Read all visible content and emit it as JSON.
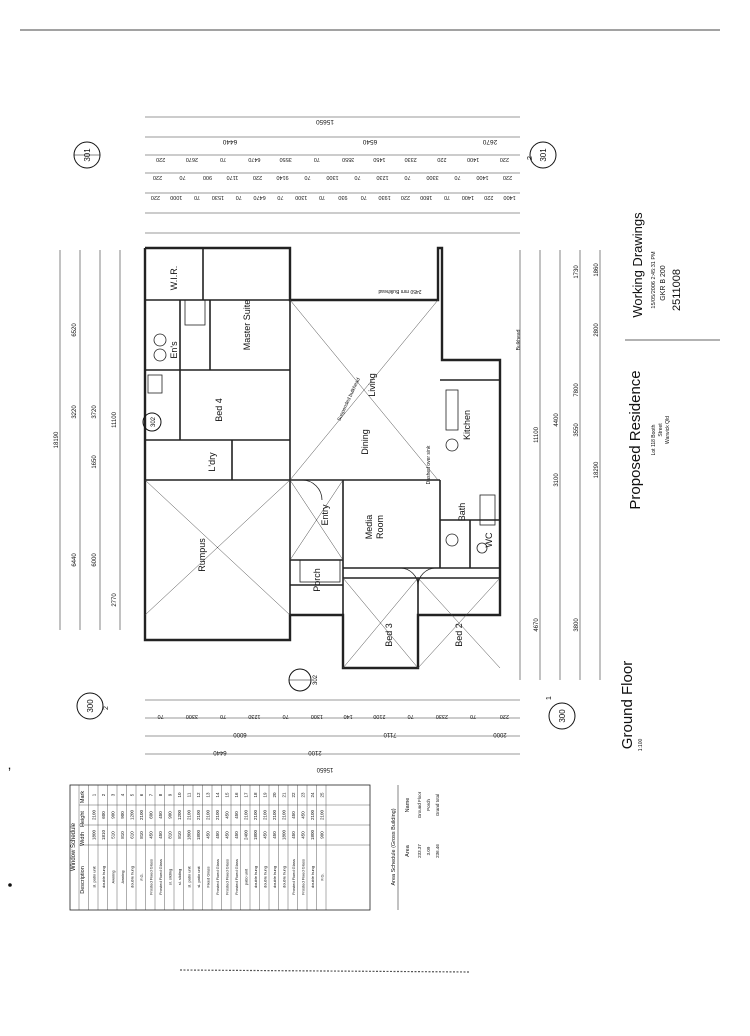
{
  "title_block": {
    "project": "Proposed Residence",
    "address_line1": "Lot 118 Booth",
    "address_line2": "Street",
    "address_line3": "Warwick Qld",
    "stage": "Working Drawings",
    "date": "15/05/2006 2:45:31 PM",
    "grid": "GKR  B 200",
    "job_no": "2511008"
  },
  "drawing": {
    "title": "Ground Floor",
    "scale": "1:100"
  },
  "section_markers": [
    {
      "num": "301",
      "sub": "1"
    },
    {
      "num": "301",
      "sub": "2"
    },
    {
      "num": "300",
      "sub": "2"
    },
    {
      "num": "300",
      "sub": "1"
    },
    {
      "num": "302",
      "sub": "1"
    },
    {
      "num": "302",
      "sub": "2"
    }
  ],
  "rooms": {
    "wir": "W.I.R.",
    "master": "Master Suite",
    "ens": "En's",
    "bed4": "Bed 4",
    "ldry": "L'dry",
    "rumpus": "Rumpus",
    "living": "Living",
    "dining": "Dining",
    "entry": "Entry",
    "porch": "Porch",
    "media": "Media",
    "media2": "Room",
    "kitchen": "Kitchen",
    "bath": "Bath",
    "wc": "WC",
    "bed3": "Bed 3",
    "bed2": "Bed 2"
  },
  "dims": {
    "overall_top": "15650",
    "overall_bottom": "15650",
    "top_row1": [
      "6440",
      "6540",
      "2670"
    ],
    "top_row2": [
      "220",
      "1400",
      "220",
      "2330",
      "1450",
      "3550",
      "70",
      "3550",
      "6470",
      "70",
      "2670",
      "220"
    ],
    "top_row3": [
      "220",
      "1400",
      "70",
      "3300",
      "70",
      "1230",
      "70",
      "1300",
      "70",
      "9140",
      "220",
      "1170",
      "900",
      "70",
      "220"
    ],
    "top_row4": [
      "1400",
      "220",
      "1400",
      "70",
      "1800",
      "220",
      "1930",
      "70",
      "930",
      "70",
      "1300",
      "70",
      "6470",
      "70",
      "1530",
      "70",
      "1000",
      "220"
    ],
    "bottom_row1": [
      "6000",
      "220",
      "7110",
      "220",
      "2000"
    ],
    "bottom_row2": [
      "220",
      "2100",
      "220",
      "6440"
    ],
    "bottom_row3": [
      "220",
      "70",
      "2330",
      "70",
      "2100",
      "140",
      "1300",
      "70",
      "1230",
      "70",
      "3300",
      "70"
    ],
    "left_overall": "18190",
    "left_row": [
      "6440",
      "6000",
      "2770",
      "1650",
      "3720",
      "3220",
      "11100",
      "6520"
    ],
    "right_overall": "18290",
    "right_row": [
      "11100",
      "7800",
      "4400",
      "3550",
      "3800",
      "4670",
      "3100",
      "1860",
      "2800",
      "1730"
    ]
  },
  "window_schedule": {
    "title": "Window Schedule",
    "headers": [
      "Mark",
      "Height",
      "Width",
      "Description"
    ],
    "rows": [
      [
        "1",
        "2100",
        "1800",
        "sl. patio unit"
      ],
      [
        "2",
        "600",
        "1810",
        "double hung"
      ],
      [
        "3",
        "900",
        "510",
        "Awning"
      ],
      [
        "4",
        "900",
        "810",
        "Awning"
      ],
      [
        "5",
        "1200",
        "610",
        "double hung"
      ],
      [
        "6",
        "2100",
        "810",
        "F.G."
      ],
      [
        "7",
        "600",
        "450",
        "Frosted Fixed Glass"
      ],
      [
        "8",
        "450",
        "450",
        "Frosted Fixed Glass"
      ],
      [
        "9",
        "900",
        "810",
        "sl. sliding"
      ],
      [
        "10",
        "1200",
        "810",
        "sl. sliding"
      ],
      [
        "11",
        "2100",
        "1800",
        "sl. patio unit"
      ],
      [
        "12",
        "2100",
        "1800",
        "sl. patio unit"
      ],
      [
        "13",
        "2100",
        "450",
        "Fixed Glass"
      ],
      [
        "14",
        "2100",
        "450",
        "Frosted Fixed Glass"
      ],
      [
        "15",
        "450",
        "450",
        "Frosted Fixed Glass"
      ],
      [
        "16",
        "450",
        "450",
        "Frosted Fixed Glass"
      ],
      [
        "17",
        "2100",
        "2400",
        "patio unit"
      ],
      [
        "18",
        "2100",
        "1800",
        "double hung"
      ],
      [
        "19",
        "2100",
        "450",
        "double hung"
      ],
      [
        "20",
        "2100",
        "450",
        "double hung"
      ],
      [
        "21",
        "2100",
        "1800",
        "double hung"
      ],
      [
        "22",
        "450",
        "450",
        "Frosted Fixed Glass"
      ],
      [
        "23",
        "450",
        "450",
        "Frosted Fixed Glass"
      ],
      [
        "24",
        "2100",
        "1800",
        "double hung"
      ],
      [
        "25",
        "2100",
        "900",
        "F.G."
      ]
    ]
  },
  "area_schedule": {
    "title": "Area Schedule (Gross Building)",
    "headers": [
      "Name",
      "Area"
    ],
    "rows": [
      [
        "Ground Floor",
        "233.37"
      ],
      [
        "Porch",
        "3.09"
      ],
      [
        "Grand total",
        "236.46"
      ]
    ]
  },
  "annotations": {
    "note1": "Suspended bulkhead",
    "note2": "Dashed over sink",
    "note3": "Bulkhead",
    "ceiling": "2450 mm Bulkhead"
  },
  "colors": {
    "ink": "#111111",
    "paper": "#ffffff",
    "wall": "#222222",
    "faint": "#555555"
  }
}
